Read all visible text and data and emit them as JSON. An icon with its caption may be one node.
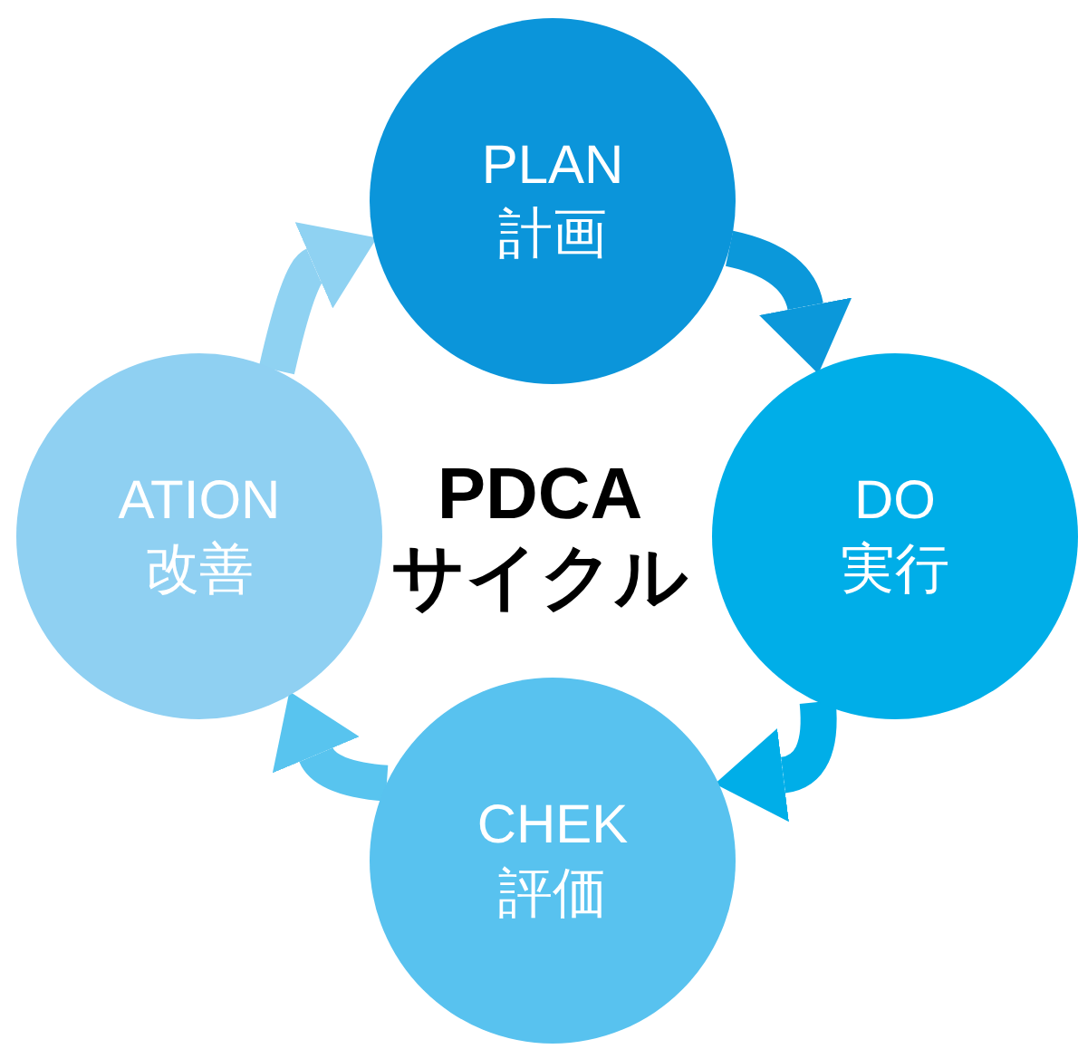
{
  "diagram": {
    "nodes": [
      {
        "text": [
          "PLAN",
          "計画"
        ]
      },
      {
        "text": [
          "DO",
          "実行"
        ]
      },
      {
        "text": [
          "CHEK",
          "評価"
        ]
      },
      {
        "text": [
          "ATION",
          "改善"
        ]
      }
    ],
    "edges": [
      {
        "from": 0,
        "to": 1,
        "arrow": "to",
        "color": "#0b98da"
      },
      {
        "from": 1,
        "to": 2,
        "arrow": "to",
        "color": "#00aee8"
      },
      {
        "from": 2,
        "to": 3,
        "arrow": "to",
        "color": "#58c4ef"
      },
      {
        "from": 3,
        "to": 0,
        "arrow": "to",
        "color": "#8fd2f2"
      }
    ],
    "labels": [
      "PDCA サイクル"
    ]
  }
}
